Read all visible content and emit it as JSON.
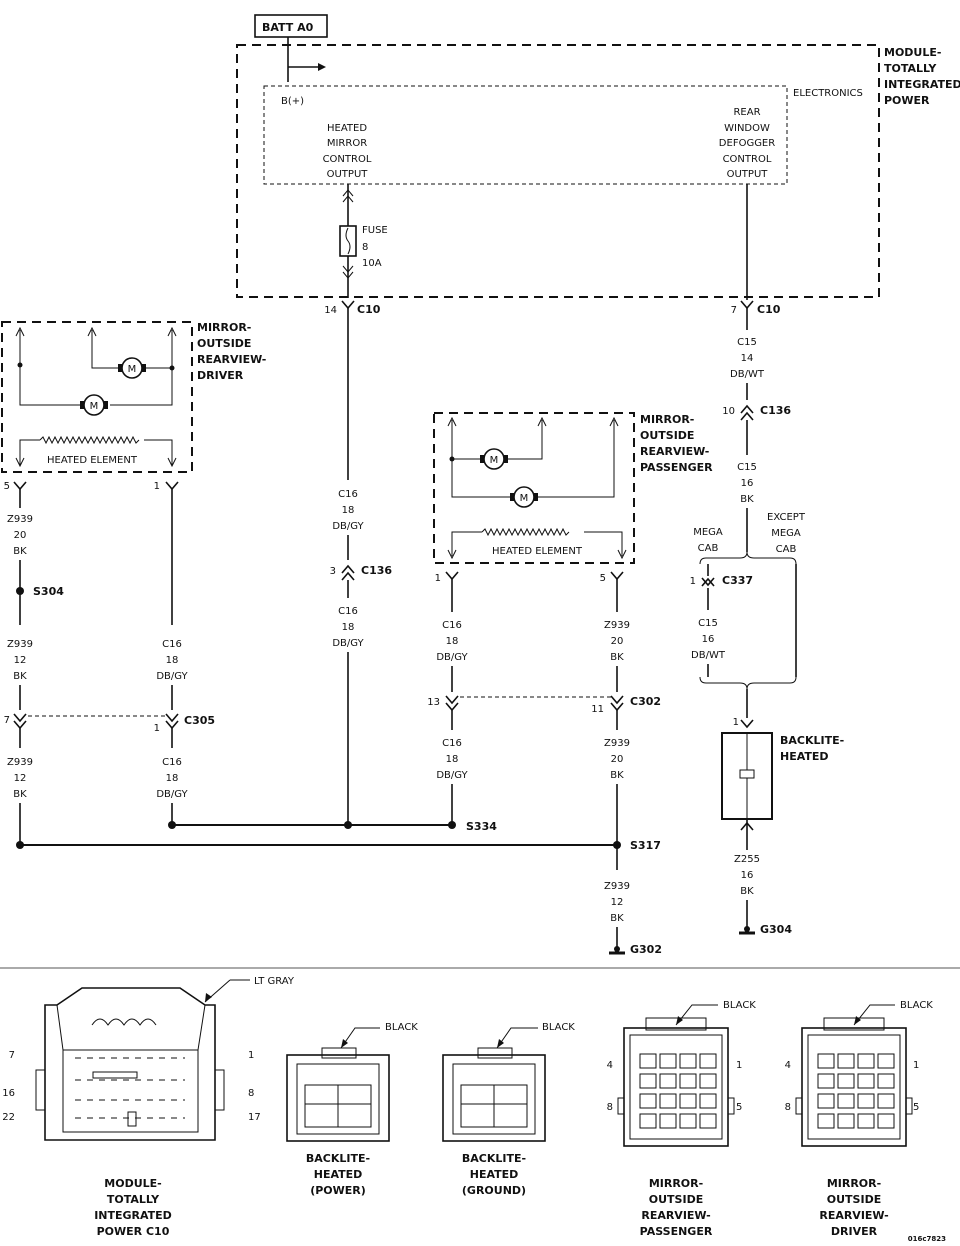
{
  "top": {
    "batt": "BATT A0",
    "module_title": [
      "MODULE-",
      "TOTALLY",
      "INTEGRATED",
      "POWER"
    ],
    "electronics": "ELECTRONICS",
    "bplus": "B(+)",
    "heated_mirror_output": [
      "HEATED",
      "MIRROR",
      "CONTROL",
      "OUTPUT"
    ],
    "rear_defogger_output": [
      "REAR",
      "WINDOW",
      "DEFOGGER",
      "CONTROL",
      "OUTPUT"
    ],
    "fuse": [
      "FUSE",
      "8",
      "10A"
    ]
  },
  "connectors": {
    "c10_left_pin": "14",
    "c10_left": "C10",
    "c10_right_pin": "7",
    "c10_right": "C10",
    "c136_right_pin": "10",
    "c136_right": "C136",
    "c136_mid_pin": "3",
    "c136_mid": "C136",
    "c337_pin": "1",
    "c337": "C337",
    "c305_left_pin": "7",
    "c305_right_pin": "1",
    "c305": "C305",
    "c302_left_pin": "13",
    "c302_right_pin": "11",
    "c302": "C302",
    "mirror_drv_pin_left": "5",
    "mirror_drv_pin_right": "1",
    "mirror_pass_pin_left": "1",
    "mirror_pass_pin_right": "5",
    "backlite_pin": "1"
  },
  "wires": {
    "w_c15_14": [
      "C15",
      "14",
      "DB/WT"
    ],
    "w_c15_16_bk": [
      "C15",
      "16",
      "BK"
    ],
    "w_c15_16_dbwt": [
      "C15",
      "16",
      "DB/WT"
    ],
    "w_c16_mid_upper": [
      "C16",
      "18",
      "DB/GY"
    ],
    "w_c16_mid_lower": [
      "C16",
      "18",
      "DB/GY"
    ],
    "w_z939_20_drv": [
      "Z939",
      "20",
      "BK"
    ],
    "w_z939_12_drv_a": [
      "Z939",
      "12",
      "BK"
    ],
    "w_z939_12_drv_b": [
      "Z939",
      "12",
      "BK"
    ],
    "w_c16_drv_a": [
      "C16",
      "18",
      "DB/GY"
    ],
    "w_c16_drv_b": [
      "C16",
      "18",
      "DB/GY"
    ],
    "w_c16_pass_a": [
      "C16",
      "18",
      "DB/GY"
    ],
    "w_c16_pass_b": [
      "C16",
      "18",
      "DB/GY"
    ],
    "w_z939_pass_a": [
      "Z939",
      "20",
      "BK"
    ],
    "w_z939_pass_b": [
      "Z939",
      "20",
      "BK"
    ],
    "w_z939_12_g302": [
      "Z939",
      "12",
      "BK"
    ],
    "w_z255": [
      "Z255",
      "16",
      "BK"
    ]
  },
  "components": {
    "mirror_driver": [
      "MIRROR-",
      "OUTSIDE",
      "REARVIEW-",
      "DRIVER"
    ],
    "mirror_passenger": [
      "MIRROR-",
      "OUTSIDE",
      "REARVIEW-",
      "PASSENGER"
    ],
    "heated_element": "HEATED ELEMENT",
    "motor": "M",
    "backlite": [
      "BACKLITE-",
      "HEATED"
    ],
    "mega_cab": [
      "MEGA",
      "CAB"
    ],
    "except_mega_cab": [
      "EXCEPT",
      "MEGA",
      "CAB"
    ]
  },
  "splices": {
    "s304": "S304",
    "s334": "S334",
    "s317": "S317"
  },
  "grounds": {
    "g302": "G302",
    "g304": "G304"
  },
  "connector_views": {
    "lt_gray": "LT GRAY",
    "black": "BLACK",
    "c10_pins": {
      "p7": "7",
      "p1": "1",
      "p16": "16",
      "p8": "8",
      "p22": "22",
      "p17": "17"
    },
    "mirror_pins": {
      "p4": "4",
      "p1": "1",
      "p8": "8",
      "p5": "5"
    },
    "labels": {
      "tipm": [
        "MODULE-",
        "TOTALLY",
        "INTEGRATED",
        "POWER C10"
      ],
      "backlite_power": [
        "BACKLITE-",
        "HEATED",
        "(POWER)"
      ],
      "backlite_ground": [
        "BACKLITE-",
        "HEATED",
        "(GROUND)"
      ],
      "mirror_pass": [
        "MIRROR-",
        "OUTSIDE",
        "REARVIEW-",
        "PASSENGER"
      ],
      "mirror_drv": [
        "MIRROR-",
        "OUTSIDE",
        "REARVIEW-",
        "DRIVER"
      ]
    },
    "figure_code": "016c7823"
  }
}
